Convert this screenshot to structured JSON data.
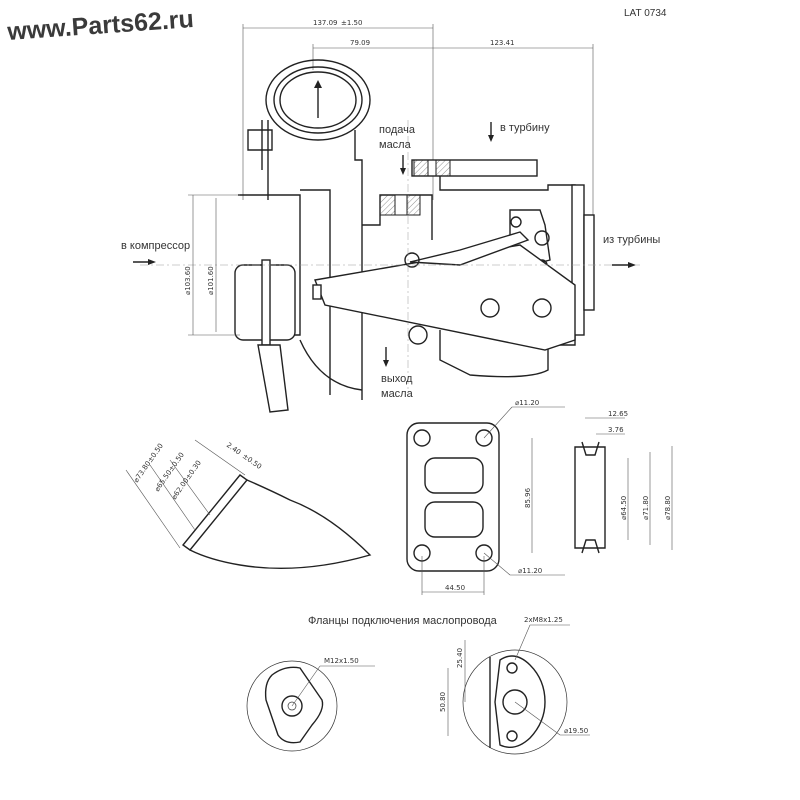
{
  "watermark": "www.Parts62.ru",
  "model_code": "LAT 0734",
  "dimensions_top": {
    "overall": "137.09",
    "overall_tol": "±1.50",
    "left": "79.09",
    "right": "123.41"
  },
  "dimensions_left": {
    "d1": "⌀103.60",
    "d2": "⌀101.60"
  },
  "labels": {
    "oil_in_1": "подача",
    "oil_in_2": "масла",
    "to_turbine": "в турбину",
    "to_compressor": "в компрессор",
    "from_turbine": "из турбины",
    "oil_out_1": "выход",
    "oil_out_2": "масла"
  },
  "compressor_inlet": {
    "d1": "⌀73.80",
    "d1_tol": "±0.50",
    "d2": "⌀65.50",
    "d2_tol": "±0.50",
    "d3": "⌀62.00",
    "d3_tol": "±0.30",
    "lip": "2.40",
    "lip_tol": "±0.50"
  },
  "turbine_flange": {
    "hole_top": "⌀11.20",
    "hole_bottom": "⌀11.20",
    "height": "85.96",
    "width": "44.50"
  },
  "turbine_outlet": {
    "depth": "12.65",
    "lip": "3.76",
    "d1": "⌀64.50",
    "d2": "⌀71.80",
    "d3": "⌀78.80"
  },
  "oil_flanges": {
    "title": "Фланцы подключения маслопровода",
    "left_thread": "M12x1.50",
    "right_thread": "2xM8x1.25",
    "spacing": "25.40",
    "length": "50.80",
    "bore": "⌀19.50"
  }
}
